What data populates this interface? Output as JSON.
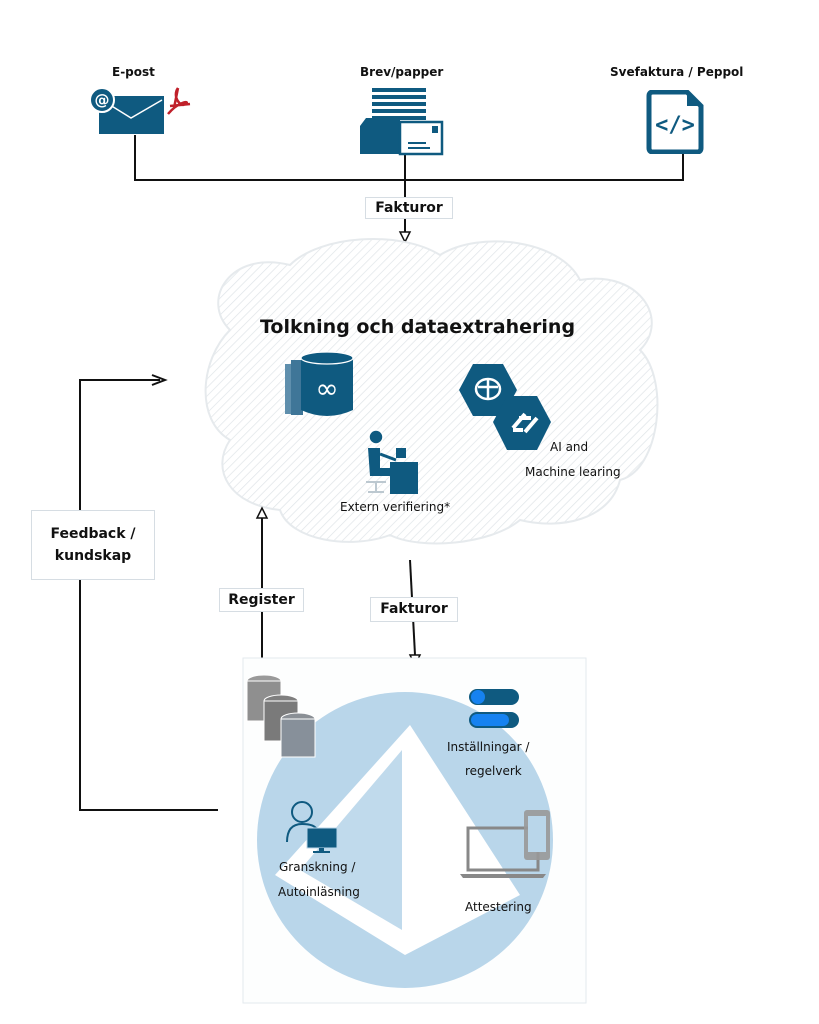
{
  "sources": {
    "email": {
      "label": "E-post"
    },
    "paper": {
      "label": "Brev/papper"
    },
    "edi": {
      "label": "Svefaktura / Peppol"
    }
  },
  "edges": {
    "top_invoices": "Fakturor",
    "mid_invoices": "Fakturor",
    "register": "Register",
    "feedback_line1": "Feedback /",
    "feedback_line2": "kundskap"
  },
  "cloud": {
    "title": "Tolkning och dataextrahering",
    "verification": "Extern verifiering*",
    "ai_line1": "AI and",
    "ai_line2": "Machine learing"
  },
  "system": {
    "settings_line1": "Inställningar /",
    "settings_line2": "regelverk",
    "review_line1": "Granskning /",
    "review_line2": "Autoinläsning",
    "approval": "Attestering"
  },
  "colors": {
    "primary_blue": "#0f5a80",
    "circle_blue": "#b9d6ea",
    "toggle_blue": "#1682f0",
    "pdf_red": "#c0202a",
    "gray_db": "#8a8a8a"
  }
}
